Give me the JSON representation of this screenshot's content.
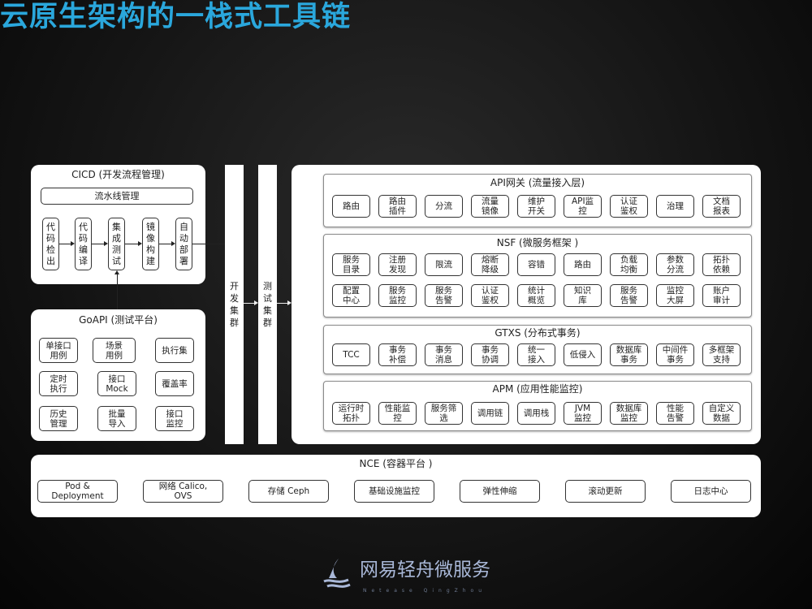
{
  "title": "云原生架构的一栈式工具链",
  "cicd": {
    "title": "CICD (开发流程管理)",
    "pipeline": "流水线管理",
    "steps": [
      "代码检出",
      "代码编译",
      "集成测试",
      "镜像构建",
      "自动部署"
    ]
  },
  "goapi": {
    "title": "GoAPI (测试平台)",
    "items": [
      "单接口\n用例",
      "场景\n用例",
      "执行集",
      "定时\n执行",
      "接口\nMock",
      "覆盖率",
      "历史\n管理",
      "批量\n导入",
      "接口\n监控"
    ]
  },
  "clusters": [
    "开发集群",
    "测试集群"
  ],
  "api_gateway": {
    "title": "API网关 (流量接入层)",
    "items": [
      "路由",
      "路由\n插件",
      "分流",
      "流量\n镜像",
      "维护\n开关",
      "API监\n控",
      "认证\n鉴权",
      "治理",
      "文档\n报表"
    ]
  },
  "nsf": {
    "title": "NSF (微服务框架 )",
    "items": [
      "服务\n目录",
      "注册\n发现",
      "限流",
      "熔断\n降级",
      "容错",
      "路由",
      "负载\n均衡",
      "参数\n分流",
      "拓扑\n依赖",
      "配置\n中心",
      "服务\n监控",
      "服务\n告警",
      "认证\n鉴权",
      "统计\n概览",
      "知识\n库",
      "服务\n告警",
      "监控\n大屏",
      "账户\n审计"
    ]
  },
  "gtxs": {
    "title": "GTXS (分布式事务)",
    "items": [
      "TCC",
      "事务\n补偿",
      "事务\n消息",
      "事务\n协调",
      "统一\n接入",
      "低侵入",
      "数据库\n事务",
      "中间件\n事务",
      "多框架\n支持"
    ]
  },
  "apm": {
    "title": "APM (应用性能监控)",
    "items": [
      "运行时\n拓扑",
      "性能监\n控",
      "服务筛\n选",
      "调用链",
      "调用栈",
      "JVM\n监控",
      "数据库\n监控",
      "性能\n告警",
      "自定义\n数据"
    ]
  },
  "nce": {
    "title": "NCE (容器平台 )",
    "items": [
      "Pod &\nDeployment",
      "网络 Calico,\nOVS",
      "存储 Ceph",
      "基础设施监控",
      "弹性伸缩",
      "滚动更新",
      "日志中心"
    ]
  },
  "logo": {
    "text": "网易轻舟微服务",
    "subtitle": "Netease QingZhou"
  },
  "colors": {
    "title": "#2aa7dc",
    "logo": "#a9b8d8"
  }
}
